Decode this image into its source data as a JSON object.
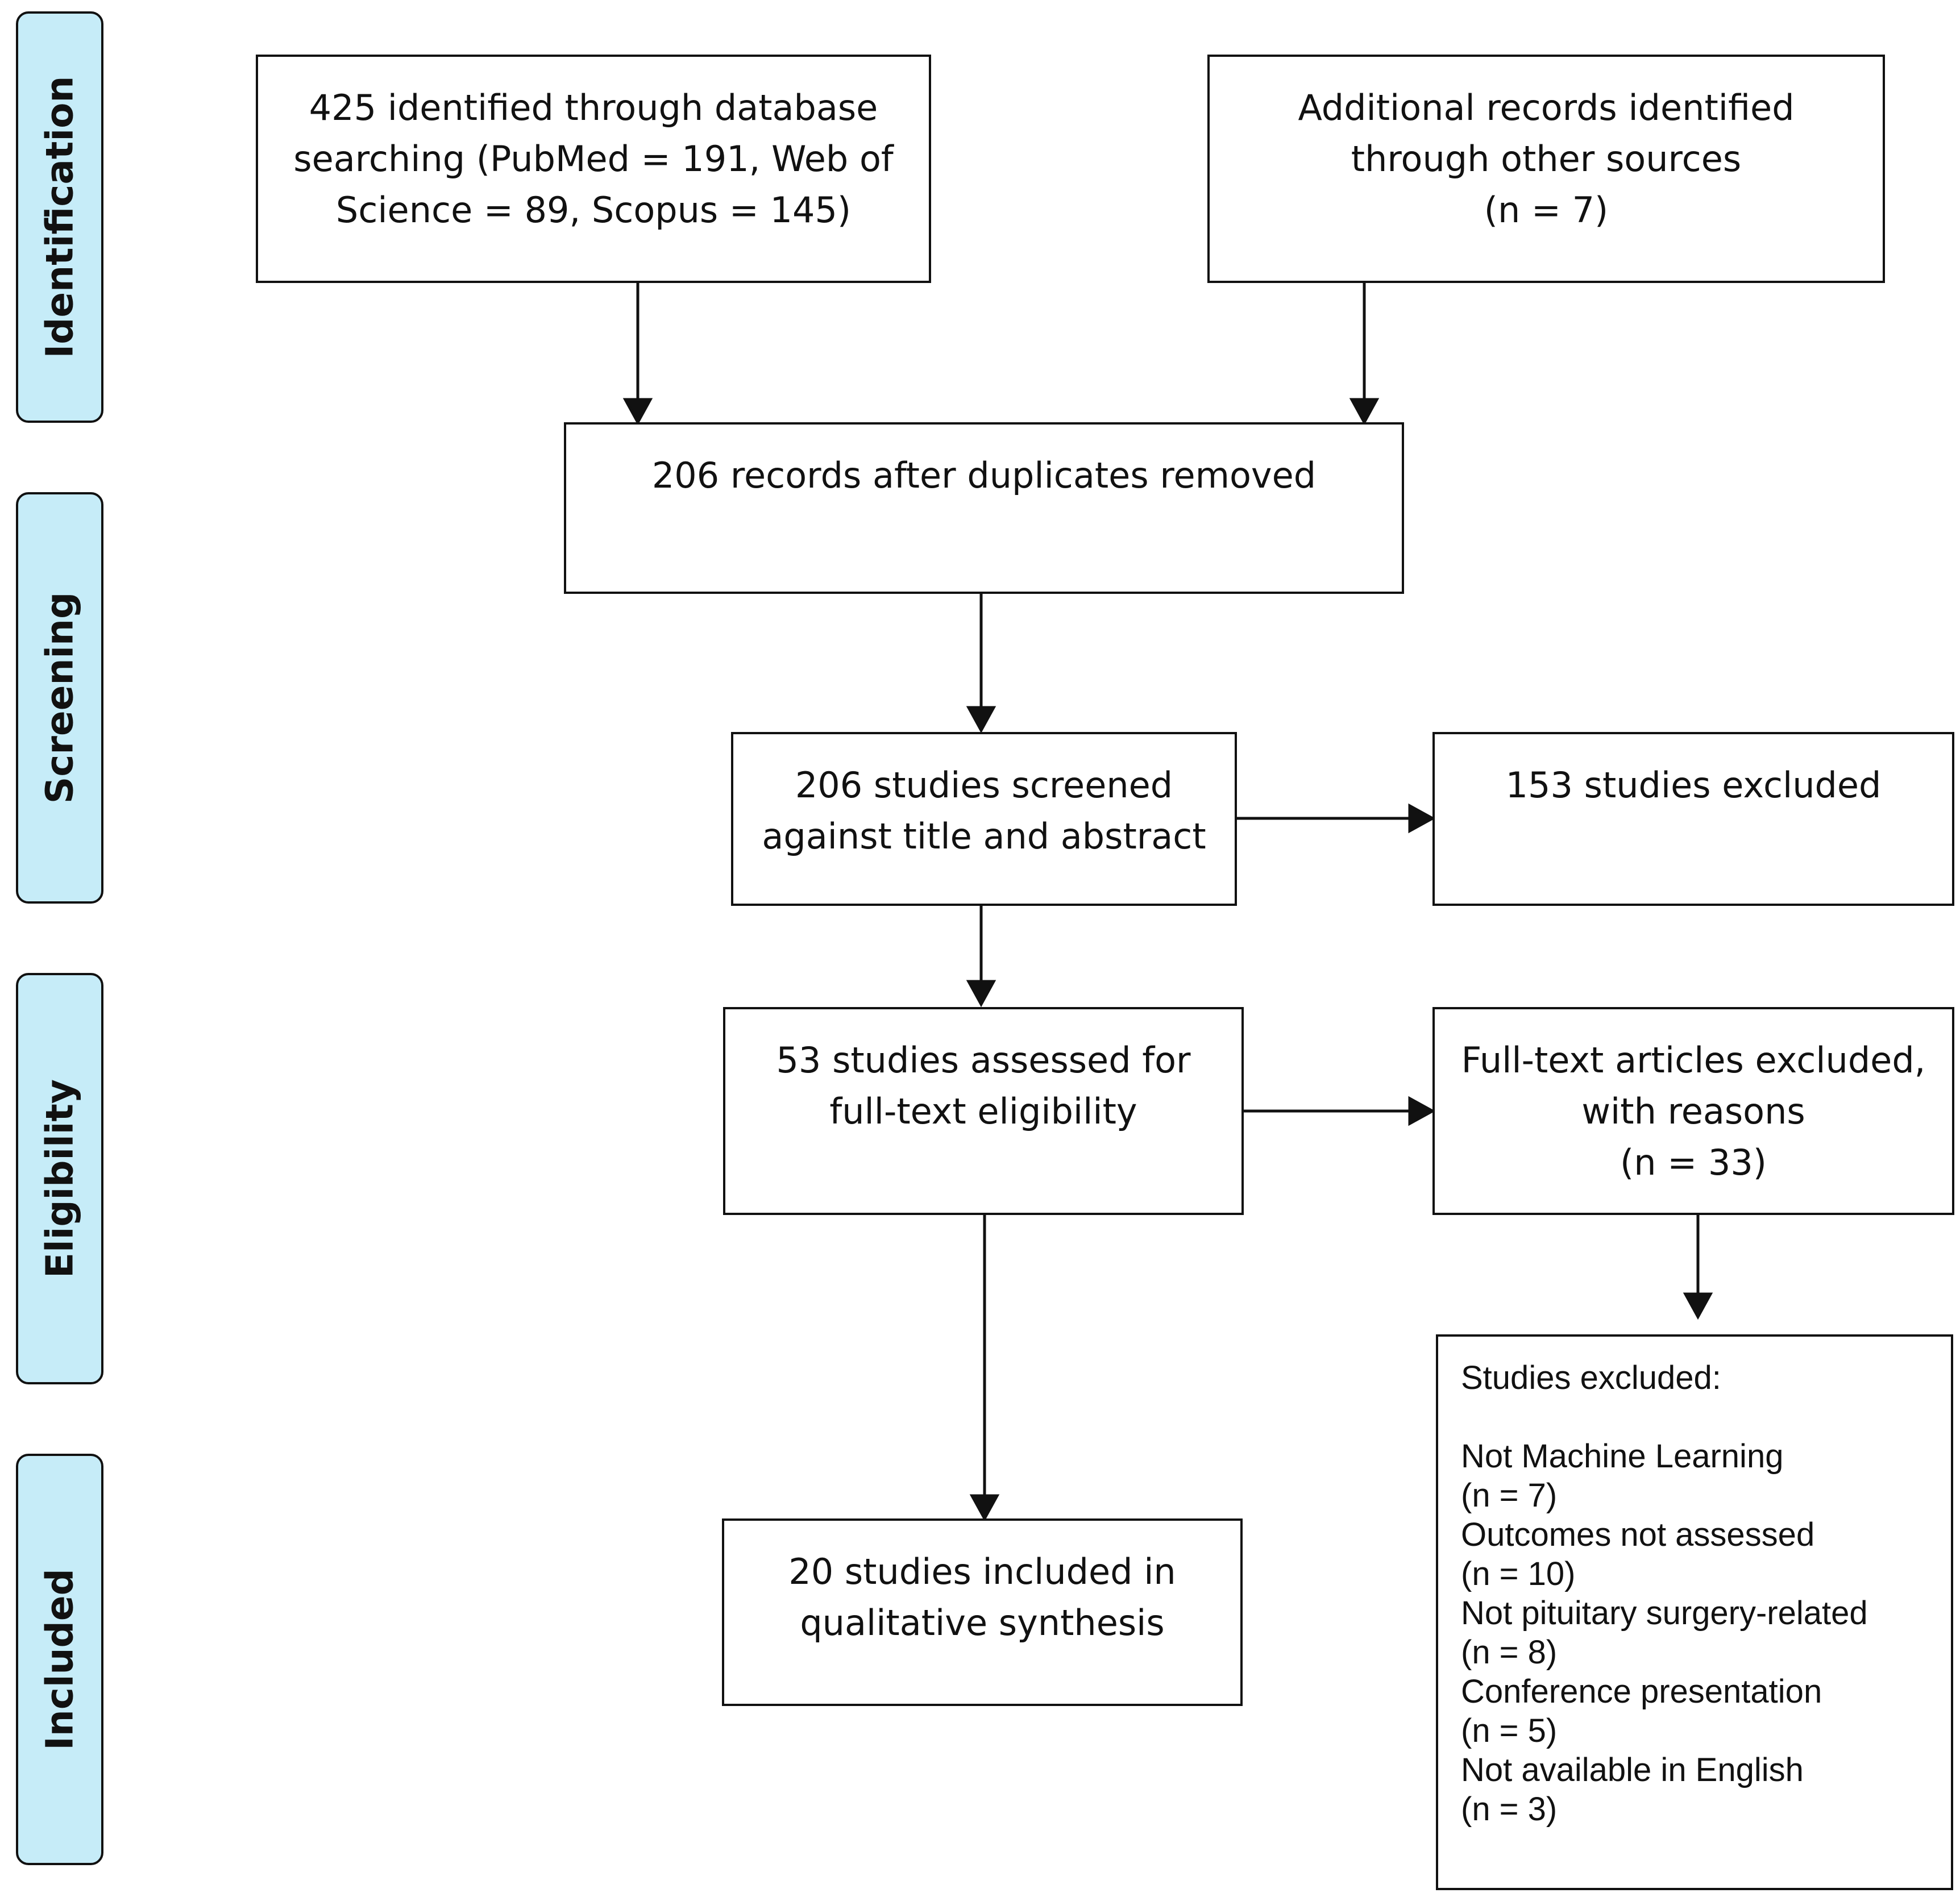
{
  "stages": {
    "identification": "Identification",
    "screening": "Screening",
    "eligibility": "Eligibility",
    "included": "Included"
  },
  "boxes": {
    "database_search": [
      "425 identified through database",
      "searching (PubMed = 191, Web of",
      "Science = 89, Scopus = 145)"
    ],
    "other_sources": [
      "Additional records identified",
      "through other sources",
      "(n = 7)"
    ],
    "after_duplicates": [
      "206 records after duplicates removed"
    ],
    "screened": [
      "206 studies screened",
      "against title and abstract"
    ],
    "screen_excluded": [
      "153 studies excluded"
    ],
    "full_text_assessed": [
      "53 studies assessed for",
      "full-text eligibility"
    ],
    "full_text_excluded": [
      "Full-text articles excluded,",
      "with reasons",
      "(n = 33)"
    ],
    "included": [
      "20 studies included in",
      "qualitative synthesis"
    ],
    "exclusion_reasons": [
      "Studies excluded:",
      "",
      "Not Machine Learning",
      "(n = 7)",
      "Outcomes not assessed",
      "(n = 10)",
      "Not pituitary surgery-related",
      "(n = 8)",
      "Conference presentation",
      "(n = 5)",
      "Not available in English",
      "(n = 3)"
    ]
  }
}
